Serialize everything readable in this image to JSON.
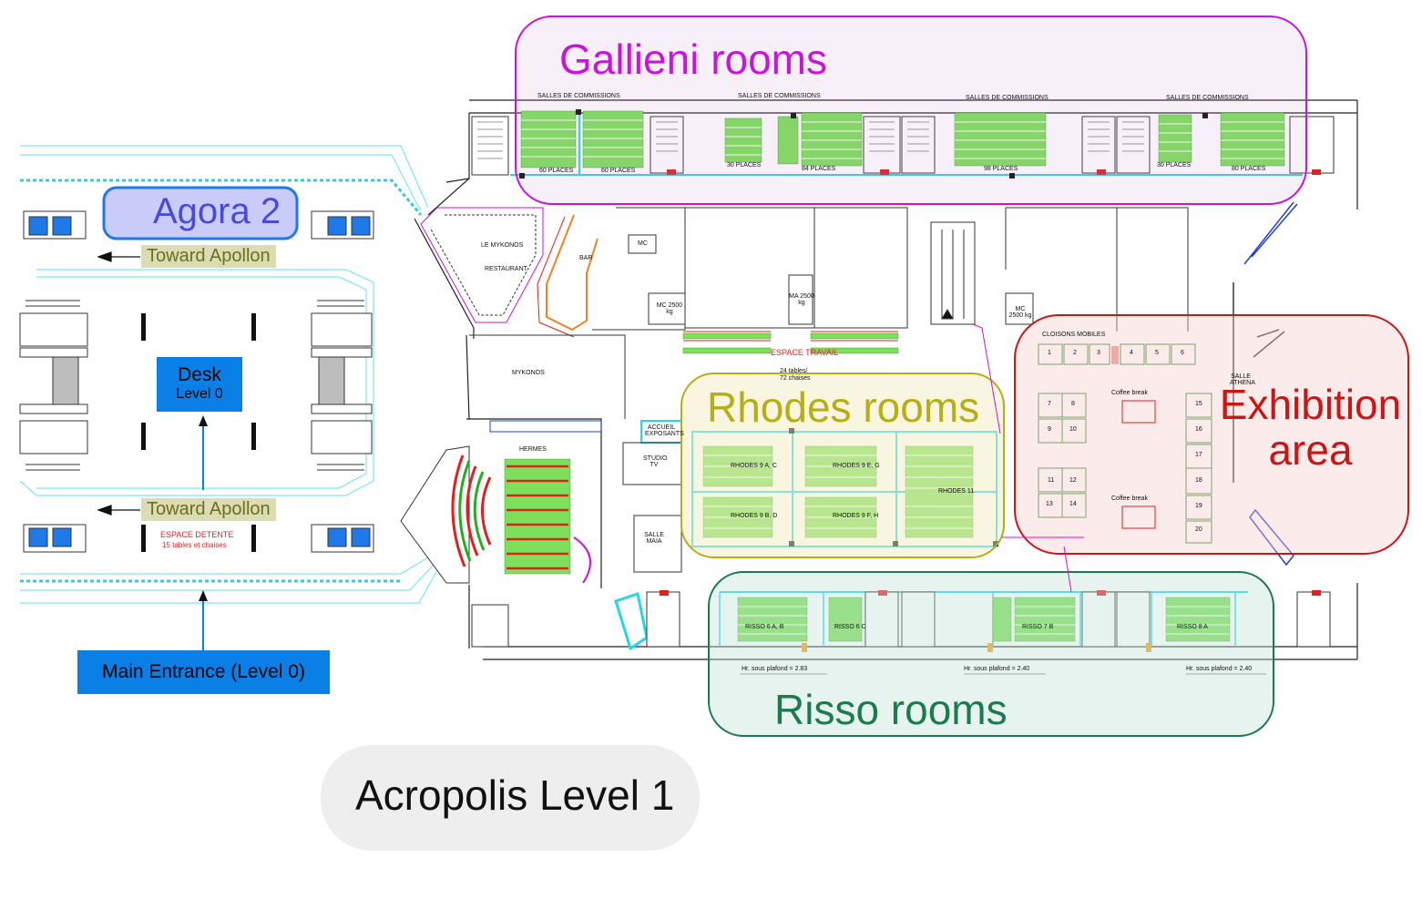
{
  "zones": {
    "gallieni": "Gallieni rooms",
    "agora": "Agora 2",
    "rhodes": "Rhodes rooms",
    "exhibition": "Exhibition area",
    "risso": "Risso rooms"
  },
  "title": "Acropolis Level 1",
  "directions": {
    "toward_top": "Toward Apollon",
    "toward_bottom": "Toward Apollon"
  },
  "desk": {
    "label": "Desk",
    "sublabel": "Level 0"
  },
  "entrance": "Main Entrance (Level 0)",
  "plan_labels": {
    "salles_commissions": "SALLES DE COMMISSIONS",
    "le_mykonos": "LE MYKONOS",
    "restaurant": "RESTAURANT",
    "bar": "BAR",
    "mykonos": "MYKONOS",
    "hermes": "HERMES",
    "accueil": "ACCUEIL EXPOSANTS",
    "studio_tv": "STUDIO TV",
    "salle_maia": "SALLE MAIA",
    "espace_travail": "ESPACE TRAVAIL",
    "espace_travail_sub1": "24 tables/",
    "espace_travail_sub2": "72 chaises",
    "espace_detente": "ESPACE DETENTE",
    "espace_detente_sub": "15 tables et chaises",
    "cloisons_mobiles": "CLOISONS MOBILES",
    "coffee_break_1": "Coffee break",
    "coffee_break_2": "Coffee break",
    "salle_athena": "SALLE ATHENA",
    "mc_1": "MC",
    "mc_2": "MC 2500 kg",
    "ma": "MA 2500 kg",
    "mc_3": "MC 2500 kg",
    "places_60a": "60 PLACES",
    "places_60b": "60 PLACES",
    "places_30a": "30 PLACES",
    "places_84": "84 PLACES",
    "places_98": "98 PLACES",
    "places_30b": "30 PLACES",
    "places_80": "80 PLACES",
    "rhodes_9ac": "RHODES 9 A, C",
    "rhodes_9eg": "RHODES 9 E, G",
    "rhodes_11": "RHODES 11",
    "rhodes_9bd": "RHODES 9 B, D",
    "rhodes_9fh": "RHODES 9 F, H",
    "risso_6ab": "RISSO 6 A, B",
    "risso_6c": "RISSO 6 C",
    "risso_7b": "RISSO 7 B",
    "risso_8a": "RISSO 8 A",
    "plafond_1": "Hr. sous plafond = 2.83",
    "plafond_2": "Hr. sous plafond = 2.40",
    "plafond_3": "Hr. sous plafond = 2.40"
  },
  "booths": [
    "1",
    "2",
    "3",
    "4",
    "5",
    "6",
    "7",
    "8",
    "9",
    "10",
    "11",
    "12",
    "13",
    "14",
    "15",
    "16",
    "17",
    "18",
    "19",
    "20"
  ],
  "colors": {
    "gallieni": "#c815d8",
    "agora": "#1e78f0",
    "rhodes": "#b6ae14",
    "exhibition": "#cc1515",
    "risso": "#1b7a4e",
    "blue_box": "#0a7fe6",
    "seat_green": "#7de05a",
    "wall_cyan": "#20d8e8"
  }
}
